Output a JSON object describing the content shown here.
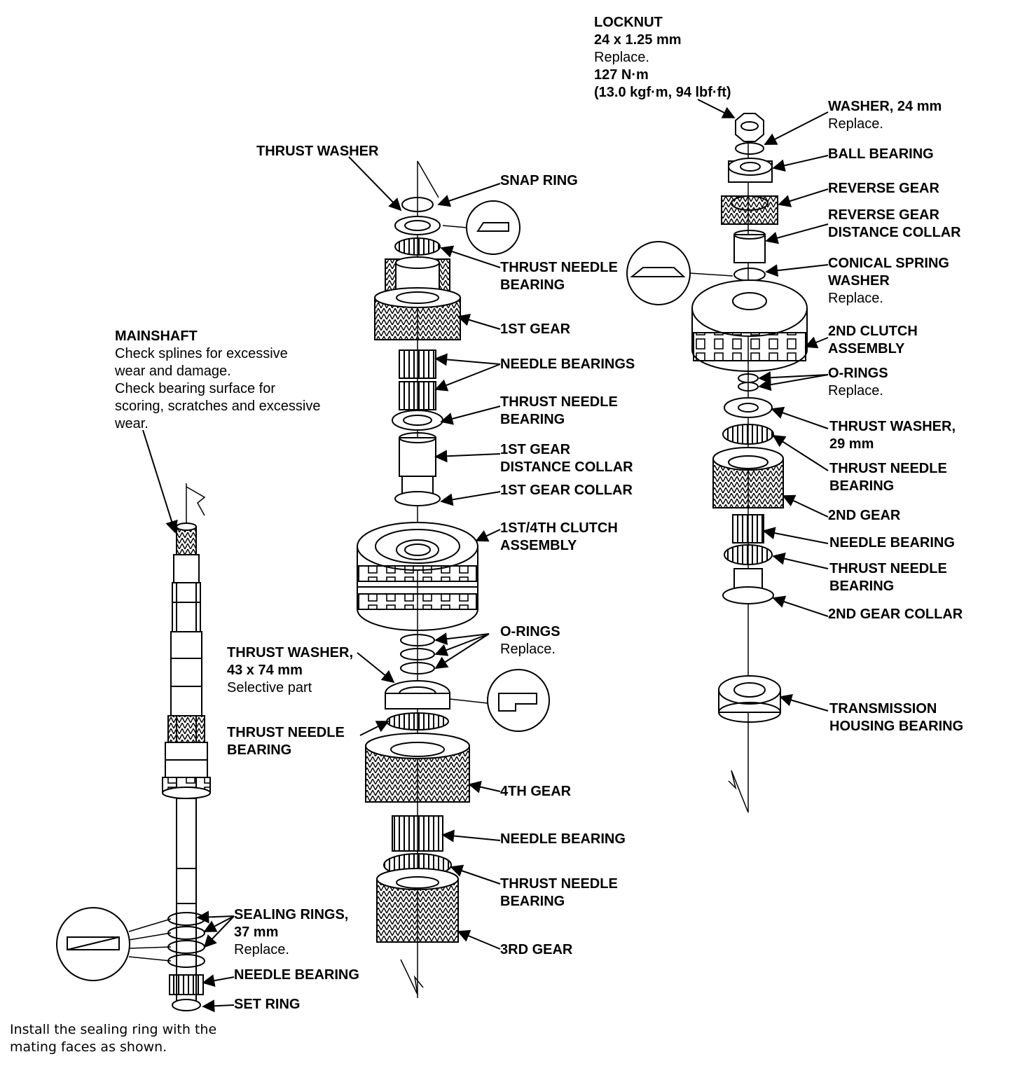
{
  "colors": {
    "ink": "#000000",
    "paper": "#ffffff"
  },
  "mainshaft": {
    "title": "MAINSHAFT",
    "lines": [
      "Check splines for excessive",
      "wear and damage.",
      "Check bearing surface for",
      "scoring, scratches and excessive",
      "wear."
    ]
  },
  "left_parts": {
    "sealing_rings": [
      "SEALING RINGS,",
      "37 mm",
      "Replace."
    ],
    "needle_bearing": "NEEDLE BEARING",
    "set_ring": "SET RING"
  },
  "install_note": [
    "Install the sealing ring with the",
    "mating faces as shown."
  ],
  "center_parts": {
    "thrust_washer_top": "THRUST WASHER",
    "snap_ring": "SNAP RING",
    "thrust_needle_1": [
      "THRUST NEEDLE",
      "BEARING"
    ],
    "first_gear": "1ST GEAR",
    "needle_bearings": "NEEDLE BEARINGS",
    "thrust_needle_2": [
      "THRUST NEEDLE",
      "BEARING"
    ],
    "first_gear_distance_collar": [
      "1ST GEAR",
      "DISTANCE COLLAR"
    ],
    "first_gear_collar": "1ST GEAR COLLAR",
    "clutch_1_4": [
      "1ST/4TH CLUTCH",
      "ASSEMBLY"
    ],
    "o_rings": [
      "O-RINGS",
      "Replace."
    ],
    "thrust_washer_43": [
      "THRUST WASHER,",
      "43 x 74 mm",
      "Selective part"
    ],
    "thrust_needle_3": [
      "THRUST NEEDLE",
      "BEARING"
    ],
    "fourth_gear": "4TH GEAR",
    "needle_bearing": "NEEDLE BEARING",
    "thrust_needle_4": [
      "THRUST NEEDLE",
      "BEARING"
    ],
    "third_gear": "3RD GEAR"
  },
  "right_parts": {
    "locknut": [
      "LOCKNUT",
      "24 x 1.25 mm",
      "Replace.",
      "127 N·m",
      "(13.0 kgf·m, 94 lbf·ft)"
    ],
    "washer_24": [
      "WASHER, 24 mm",
      "Replace."
    ],
    "ball_bearing": "BALL BEARING",
    "reverse_gear": "REVERSE GEAR",
    "reverse_collar": [
      "REVERSE GEAR",
      "DISTANCE COLLAR"
    ],
    "conical_washer": [
      "CONICAL SPRING",
      "WASHER",
      "Replace."
    ],
    "clutch_2": [
      "2ND CLUTCH",
      "ASSEMBLY"
    ],
    "o_rings": [
      "O-RINGS",
      "Replace."
    ],
    "thrust_washer_29": [
      "THRUST WASHER,",
      "29 mm"
    ],
    "thrust_needle_1": [
      "THRUST NEEDLE",
      "BEARING"
    ],
    "second_gear": "2ND GEAR",
    "needle_bearing": "NEEDLE BEARING",
    "thrust_needle_2": [
      "THRUST NEEDLE",
      "BEARING"
    ],
    "second_gear_collar": "2ND GEAR COLLAR",
    "housing_bearing": [
      "TRANSMISSION",
      "HOUSING BEARING"
    ]
  }
}
